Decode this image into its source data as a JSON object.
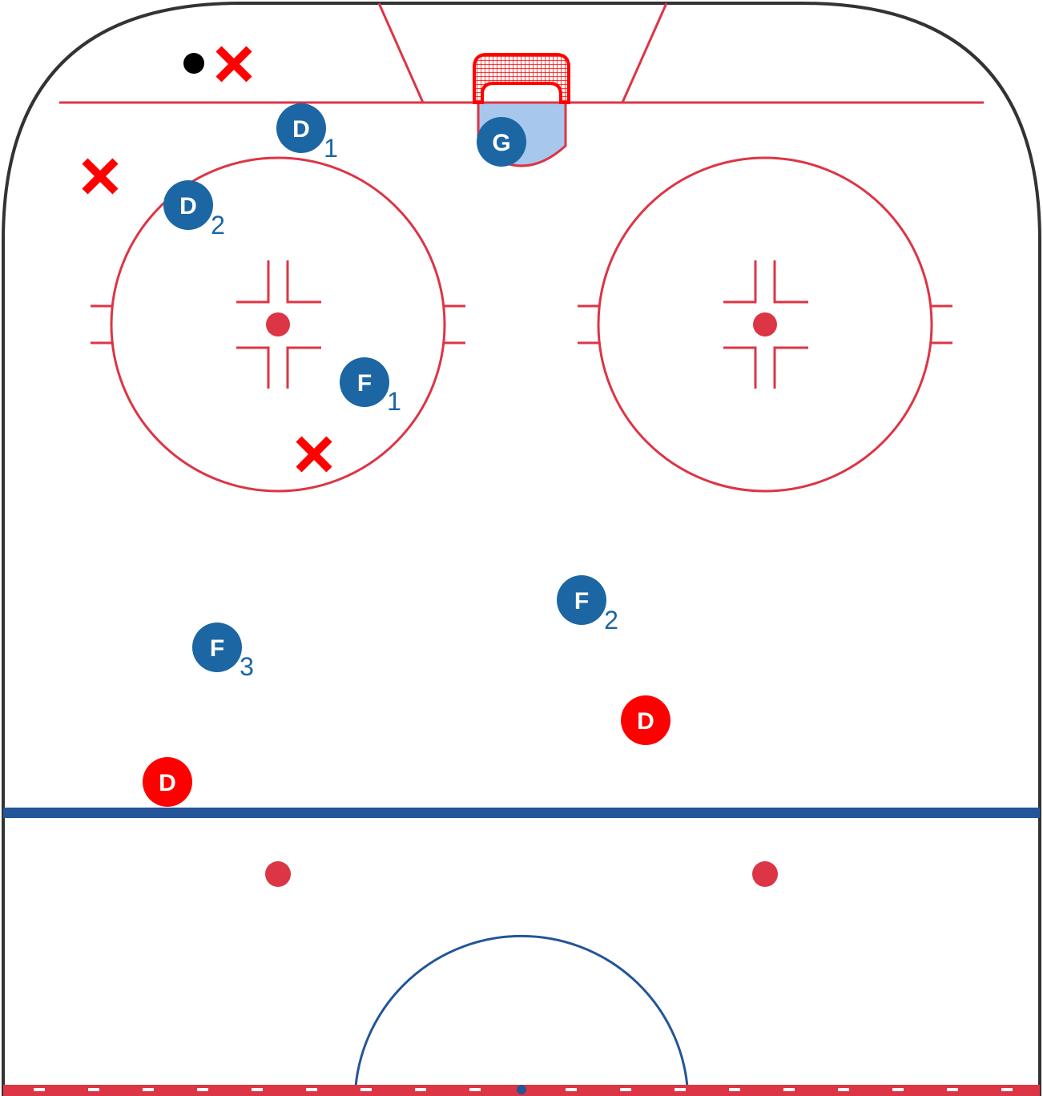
{
  "colors": {
    "boards": "#333333",
    "red_line": "#dc3545",
    "blue_line": "#235598",
    "crease_fill": "#a7c8ec",
    "team_blue": "#1c66a3",
    "team_red": "#ff0000",
    "puck": "#000000"
  },
  "players_blue": [
    {
      "id": "goalie",
      "letter": "G",
      "number": ""
    },
    {
      "id": "d1",
      "letter": "D",
      "number": "1"
    },
    {
      "id": "d2",
      "letter": "D",
      "number": "2"
    },
    {
      "id": "f1",
      "letter": "F",
      "number": "1"
    },
    {
      "id": "f2",
      "letter": "F",
      "number": "2"
    },
    {
      "id": "f3",
      "letter": "F",
      "number": "3"
    }
  ],
  "players_red": [
    {
      "id": "red-d-left",
      "letter": "D"
    },
    {
      "id": "red-d-right",
      "letter": "D"
    }
  ],
  "opponent_markers": [
    {
      "id": "x-top",
      "icon": "x-mark-icon"
    },
    {
      "id": "x-left",
      "icon": "x-mark-icon"
    },
    {
      "id": "x-circle",
      "icon": "x-mark-icon"
    }
  ],
  "puck": {
    "icon": "puck-icon"
  }
}
